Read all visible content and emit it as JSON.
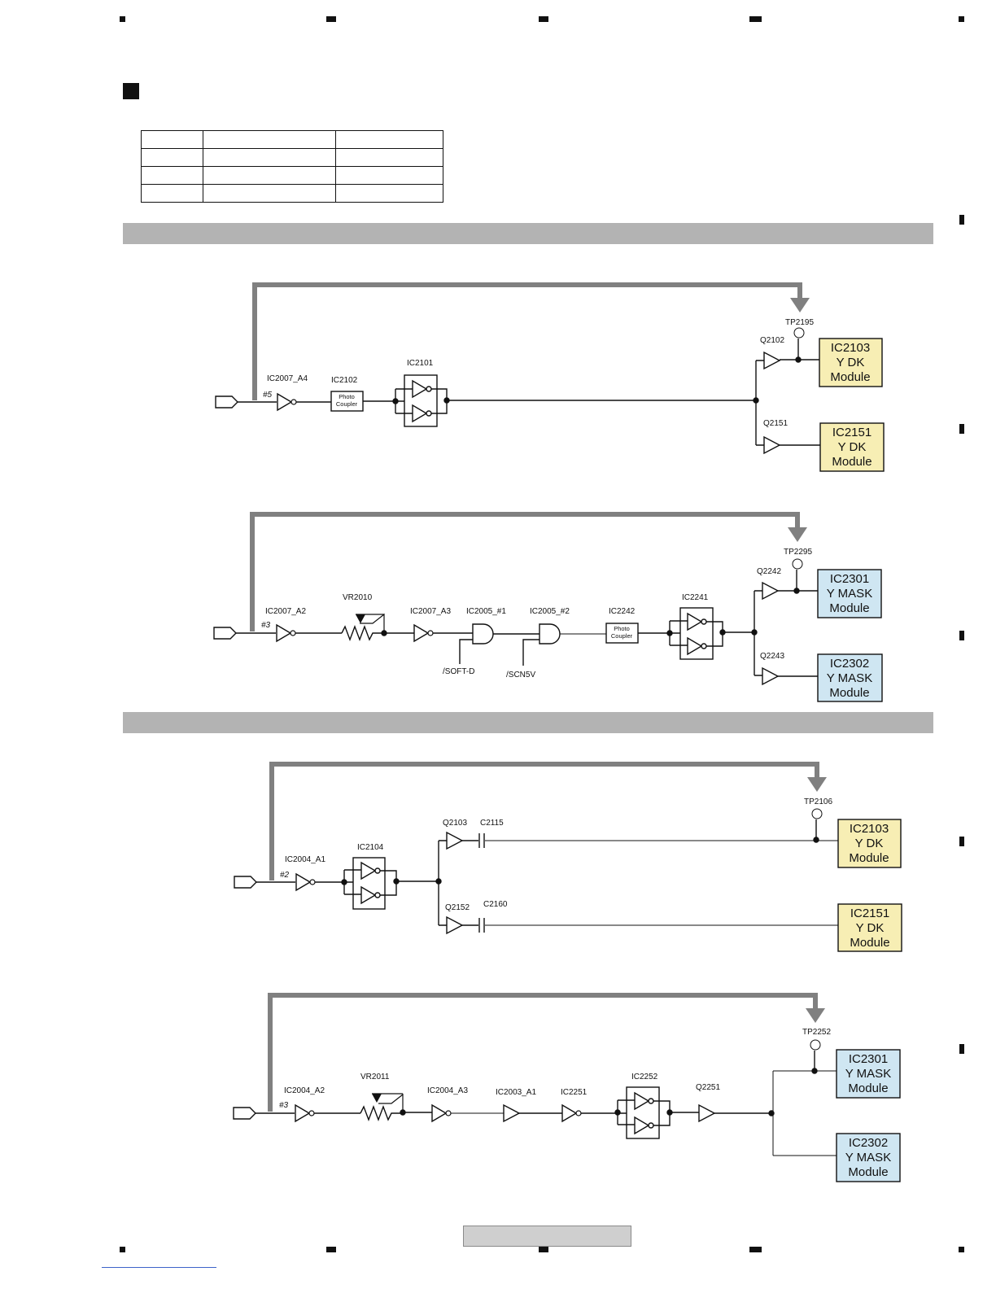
{
  "diagrams": [
    {
      "input_pin": "#5",
      "labels": {
        "ic_a": "IC2007_A4",
        "coupler": "IC2102",
        "coupler_text1": "Photo",
        "coupler_text2": "Coupler",
        "buffer": "IC2101",
        "tp": "TP2195",
        "q_top": "Q2102",
        "q_bottom": "Q2151"
      },
      "modules": [
        {
          "name": "IC2103",
          "line2": "Y DK",
          "line3": "Module"
        },
        {
          "name": "IC2151",
          "line2": "Y DK",
          "line3": "Module"
        }
      ]
    },
    {
      "input_pin": "#3",
      "labels": {
        "ic_a": "IC2007_A2",
        "vr": "VR2010",
        "ic_b": "IC2007_A3",
        "and1": "IC2005_#1",
        "and2": "IC2005_#2",
        "coupler": "IC2242",
        "coupler_text1": "Photo",
        "coupler_text2": "Coupler",
        "buffer": "IC2241",
        "tp": "TP2295",
        "q_top": "Q2242",
        "q_bottom": "Q2243",
        "sig1": "/SOFT-D",
        "sig2": "/SCN5V"
      },
      "modules": [
        {
          "name": "IC2301",
          "line2": "Y MASK",
          "line3": "Module"
        },
        {
          "name": "IC2302",
          "line2": "Y MASK",
          "line3": "Module"
        }
      ]
    },
    {
      "input_pin": "#2",
      "labels": {
        "ic_a": "IC2004_A1",
        "buffer": "IC2104",
        "tp": "TP2106",
        "q_top": "Q2103",
        "c_top": "C2115",
        "q_bottom": "Q2152",
        "c_bottom": "C2160"
      },
      "modules": [
        {
          "name": "IC2103",
          "line2": "Y DK",
          "line3": "Module"
        },
        {
          "name": "IC2151",
          "line2": "Y DK",
          "line3": "Module"
        }
      ]
    },
    {
      "input_pin": "#3",
      "labels": {
        "ic_a": "IC2004_A2",
        "vr": "VR2011",
        "ic_b": "IC2004_A3",
        "ic_c": "IC2003_A1",
        "ic_d": "IC2251",
        "buffer": "IC2252",
        "q": "Q2251",
        "tp": "TP2252"
      },
      "modules": [
        {
          "name": "IC2301",
          "line2": "Y MASK",
          "line3": "Module"
        },
        {
          "name": "IC2302",
          "line2": "Y MASK",
          "line3": "Module"
        }
      ]
    }
  ],
  "colors": {
    "yellow_module": "#f7eeb4",
    "blue_module": "#cfe6f2",
    "band": "#b3b3b3",
    "flow_arrow": "#7f7f7f"
  }
}
